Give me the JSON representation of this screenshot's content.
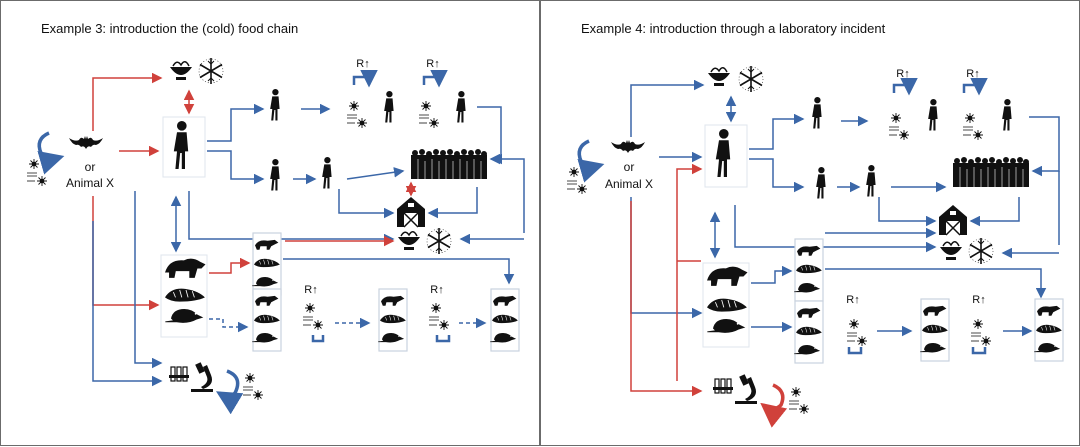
{
  "left": {
    "title": "Example 3: introduction the (cold) food chain",
    "or_label": "or",
    "animal_label": "Animal X",
    "resistance_labels": [
      "R↑",
      "R↑",
      "R↑",
      "R↑"
    ]
  },
  "right": {
    "title": "Example 4: introduction through a laboratory incident",
    "or_label": "or",
    "animal_label": "Animal X",
    "resistance_labels": [
      "R↑",
      "R↑",
      "R↑",
      "R↑"
    ]
  },
  "colors": {
    "red_arrow": "#d0413b",
    "blue_arrow": "#3b67a8",
    "silhouette": "#111111",
    "frame": "#c9d2de"
  },
  "icons": [
    "bat-icon",
    "virus-icon",
    "person-icon",
    "crowd-icon",
    "food-bowl-icon",
    "snowflake-icon",
    "farm-barn-icon",
    "civet-icon",
    "pangolin-icon",
    "rat-icon",
    "ferret-icon",
    "microscope-icon",
    "test-tubes-icon",
    "curved-arrow-icon"
  ]
}
